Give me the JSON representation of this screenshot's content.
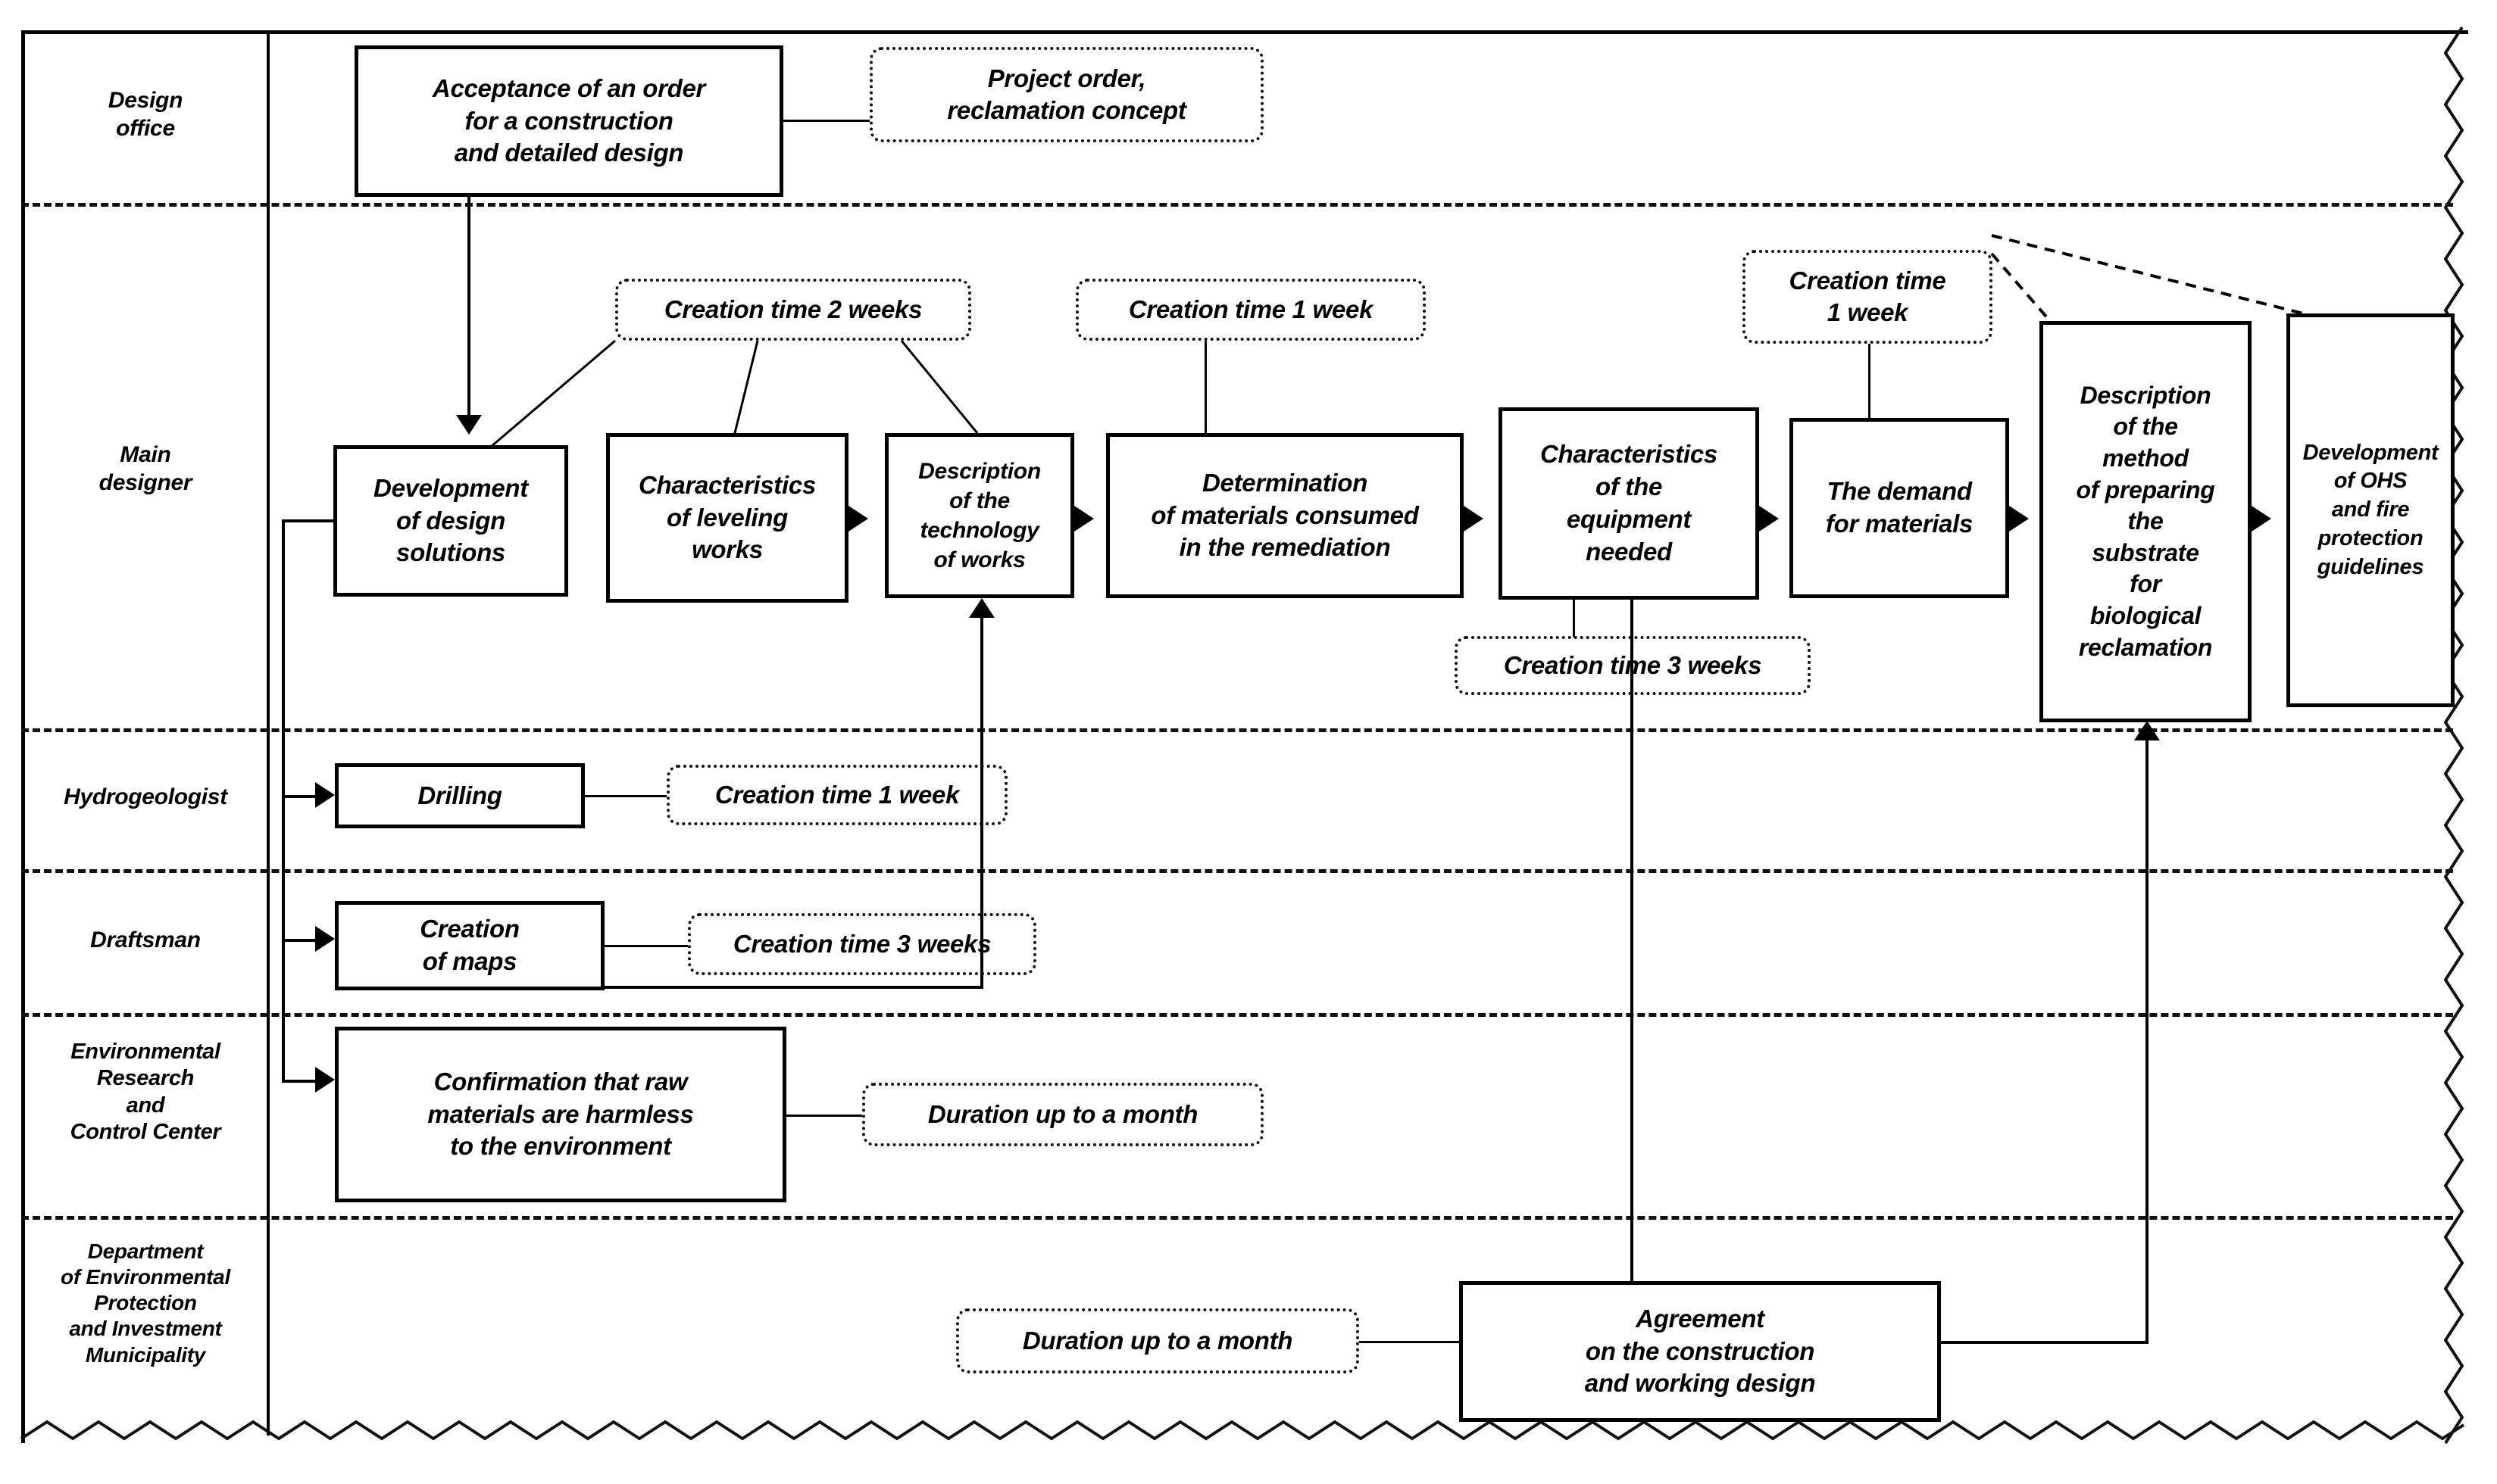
{
  "diagram": {
    "title": "Reclamation design process swimlane flowchart",
    "lanes": [
      {
        "id": "design-office",
        "label": "Design\noffice"
      },
      {
        "id": "main-designer",
        "label": "Main\ndesigner"
      },
      {
        "id": "hydrogeologist",
        "label": "Hydrogeologist"
      },
      {
        "id": "draftsman",
        "label": "Draftsman"
      },
      {
        "id": "erc-center",
        "label": "Environmental\nResearch\nand\nControl Center"
      },
      {
        "id": "dep-env",
        "label": "Department\nof Environmental\nProtection\nand Investment\nMunicipality"
      }
    ],
    "boxes": {
      "acceptance": "Acceptance of an order\nfor a construction\nand detailed design",
      "development_solutions": "Development\nof design\nsolutions",
      "characteristics_leveling": "Characteristics\nof leveling\nworks",
      "description_technology": "Description\nof the\ntechnology\nof works",
      "determination_materials": "Determination\nof materials consumed\nin the remediation",
      "characteristics_equipment": "Characteristics\nof the\nequipment\nneeded",
      "demand_materials": "The demand\nfor materials",
      "description_method": "Description\nof the\nmethod\nof preparing\nthe\nsubstrate\nfor\nbiological\nreclamation",
      "development_ohs": "Development\nof OHS\nand fire\nprotection\nguidelines",
      "drilling": "Drilling",
      "creation_maps": "Creation\nof maps",
      "confirmation_raw": "Confirmation that raw\nmaterials are harmless\nto the environment",
      "agreement": "Agreement\non the construction\nand working design"
    },
    "notes": {
      "project_order": "Project order,\nreclamation concept",
      "creation_2_weeks": "Creation time 2 weeks",
      "creation_1_week_mid": "Creation time 1 week",
      "creation_1_week_right": "Creation time\n1 week",
      "creation_3_weeks_equip": "Creation time 3 weeks",
      "creation_1_week_drill": "Creation time 1 week",
      "creation_3_weeks_maps": "Creation time 3 weeks",
      "duration_month_erc": "Duration up to a month",
      "duration_month_dep": "Duration up to a month"
    },
    "colors": {
      "ink": "#000000",
      "paper": "#ffffff"
    }
  }
}
